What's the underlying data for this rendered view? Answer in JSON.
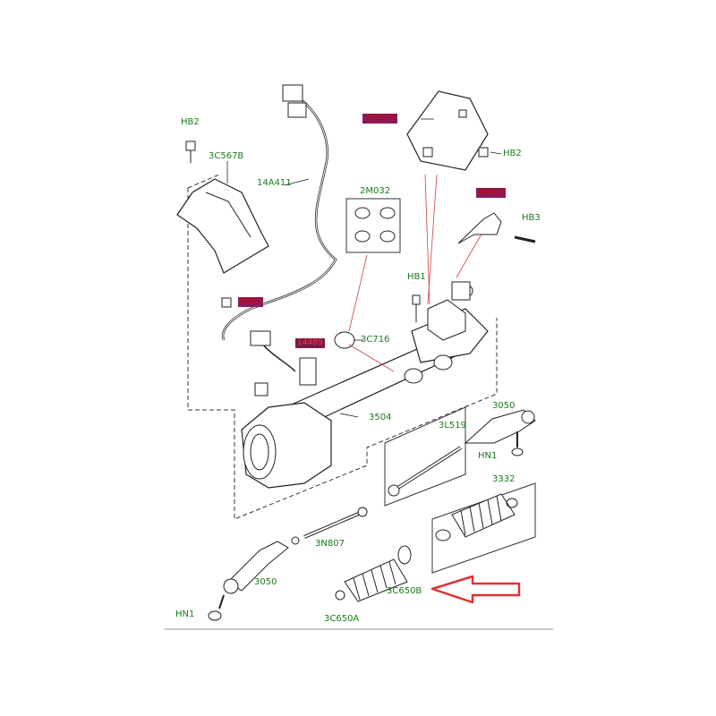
{
  "labels": {
    "hb2_top": "HB2",
    "c3c567b": "3C567B",
    "a14a411": "14A411",
    "c3c567a": "3C567A",
    "hb2_right": "HB2",
    "m2m032": "2M032",
    "p3b663": "3B663",
    "hb3": "HB3",
    "hb1": "HB1",
    "n868": "N868",
    "c3c716": "3C716",
    "p14489": "14489",
    "r3504": "3504",
    "r3050_top": "3050",
    "r3l519": "3L519",
    "hn1_right": "HN1",
    "r3332": "3332",
    "n3n807": "3N807",
    "r3050_bottom": "3050",
    "c3c650b": "3C650B",
    "hn1_left": "HN1",
    "c3c650a": "3C650A"
  },
  "colors": {
    "label_green": "#1a7a1a",
    "highlight_bg": "#8a1a5a",
    "highlight_text": "#cc0000",
    "arrow": "#e03030",
    "line": "#222222",
    "leader_red": "#d04040"
  },
  "icons": {
    "pointer_arrow": "red-outline-left-arrow"
  }
}
